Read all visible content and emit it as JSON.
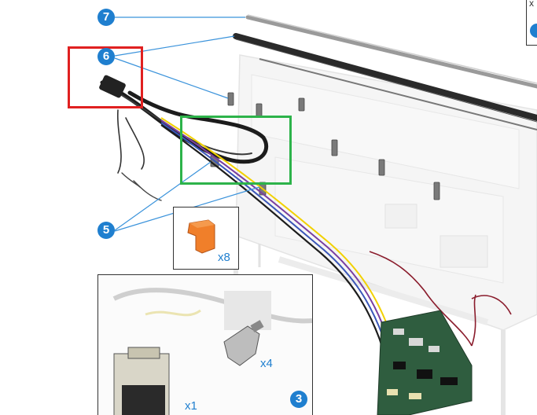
{
  "callouts": [
    {
      "id": "7",
      "label": "7"
    },
    {
      "id": "6",
      "label": "6"
    },
    {
      "id": "5",
      "label": "5"
    },
    {
      "id": "3",
      "label": "3"
    }
  ],
  "quantities": {
    "bracket_kit": "x8",
    "inset_part_a": "x4",
    "inset_part_b": "x1"
  },
  "corner_label": "x",
  "colors": {
    "callout": "#1f7fcf",
    "highlight_red": "#e02020",
    "highlight_green": "#2db34a",
    "part_orange": "#f07f2a"
  }
}
